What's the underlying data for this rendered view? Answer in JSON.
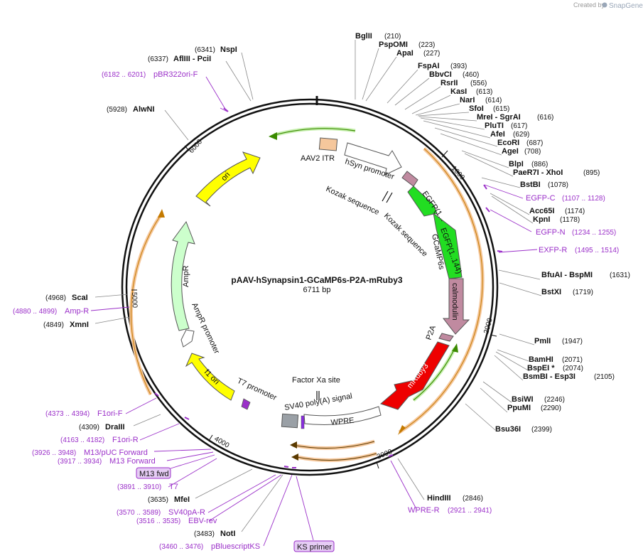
{
  "header": {
    "created_by": "Created by",
    "brand": "SnapGene"
  },
  "map": {
    "title": "pAAV-hSynapsin1-GCaMP6s-P2A-mRuby3",
    "size": "6711 bp",
    "ticks": [
      "1000",
      "2000",
      "3000",
      "4000",
      "5000",
      "6000"
    ]
  },
  "features": [
    {
      "name": "AAV2 ITR",
      "color": "#f5c79c"
    },
    {
      "name": "hSyn promoter",
      "color": "#ffffff"
    },
    {
      "name": "Kozak sequence",
      "color": "#ffffff"
    },
    {
      "name": "Kozak sequence",
      "color": "#ffffff"
    },
    {
      "name": "GCaMP6s",
      "color": "#ffffff"
    },
    {
      "name": "EGFP(1..144)",
      "color": "#22dd22"
    },
    {
      "name": "EGFP(1...",
      "color": "#22dd22"
    },
    {
      "name": "calmodulin",
      "color": "#c08aa0"
    },
    {
      "name": "P2A",
      "color": "#c08aa0"
    },
    {
      "name": "mRuby3",
      "color": "#ee0000"
    },
    {
      "name": "WPRE",
      "color": "#ffffff"
    },
    {
      "name": "SV40 poly(A) signal",
      "color": "#9aa0a6"
    },
    {
      "name": "Factor Xa site",
      "color": "#ffffff"
    },
    {
      "name": "T7 promoter",
      "color": "#ffffff"
    },
    {
      "name": "f1 ori",
      "color": "#ffff00"
    },
    {
      "name": "AmpR promoter",
      "color": "#ffffff"
    },
    {
      "name": "AmpR",
      "color": "#ccffcc"
    },
    {
      "name": "ori",
      "color": "#ffff00"
    }
  ],
  "sites_right": [
    {
      "name": "BglII",
      "pos": "(210)"
    },
    {
      "name": "PspOMI",
      "pos": "(223)"
    },
    {
      "name": "ApaI",
      "pos": "(227)"
    },
    {
      "name": "FspAI",
      "pos": "(393)"
    },
    {
      "name": "BbvCI",
      "pos": "(460)"
    },
    {
      "name": "RsrII",
      "pos": "(556)"
    },
    {
      "name": "KasI",
      "pos": "(613)"
    },
    {
      "name": "NarI",
      "pos": "(614)"
    },
    {
      "name": "SfoI",
      "pos": "(615)"
    },
    {
      "name": "MreI  - SgrAI",
      "pos": "(616)"
    },
    {
      "name": "PluTI",
      "pos": "(617)"
    },
    {
      "name": "AfeI",
      "pos": "(629)"
    },
    {
      "name": "EcoRI",
      "pos": "(687)"
    },
    {
      "name": "AgeI",
      "pos": "(708)"
    },
    {
      "name": "BlpI",
      "pos": "(886)"
    },
    {
      "name": "PaeR7I  - XhoI",
      "pos": "(895)"
    },
    {
      "name": "BstBI",
      "pos": "(1078)"
    },
    {
      "name": "Acc65I",
      "pos": "(1174)"
    },
    {
      "name": "KpnI",
      "pos": "(1178)"
    },
    {
      "name": "BfuAI  - BspMI",
      "pos": "(1631)"
    },
    {
      "name": "BstXI",
      "pos": "(1719)"
    },
    {
      "name": "PmlI",
      "pos": "(1947)"
    },
    {
      "name": "BamHI",
      "pos": "(2071)"
    },
    {
      "name": "BspEI *",
      "pos": "(2074)"
    },
    {
      "name": "BsmBI  - Esp3I",
      "pos": "(2105)"
    },
    {
      "name": "BsiWI",
      "pos": "(2246)"
    },
    {
      "name": "PpuMI",
      "pos": "(2290)"
    },
    {
      "name": "Bsu36I",
      "pos": "(2399)"
    },
    {
      "name": "HindIII",
      "pos": "(2846)"
    }
  ],
  "sites_left": [
    {
      "name": "NspI",
      "pos": "(6341)"
    },
    {
      "name": "AflIII  - PciI",
      "pos": "(6337)"
    },
    {
      "name": "AlwNI",
      "pos": "(5928)"
    },
    {
      "name": "ScaI",
      "pos": "(4968)"
    },
    {
      "name": "XmnI",
      "pos": "(4849)"
    },
    {
      "name": "DraIII",
      "pos": "(4309)"
    },
    {
      "name": "MfeI",
      "pos": "(3635)"
    },
    {
      "name": "NotI",
      "pos": "(3483)"
    }
  ],
  "primers": [
    {
      "name": "pBR322ori-F",
      "range": "(6182 .. 6201)"
    },
    {
      "name": "EGFP-C",
      "range": "(1107 .. 1128)"
    },
    {
      "name": "EGFP-N",
      "range": "(1234 .. 1255)"
    },
    {
      "name": "EXFP-R",
      "range": "(1495 .. 1514)"
    },
    {
      "name": "Amp-R",
      "range": "(4880 .. 4899)"
    },
    {
      "name": "F1ori-F",
      "range": "(4373 .. 4394)"
    },
    {
      "name": "F1ori-R",
      "range": "(4163 .. 4182)"
    },
    {
      "name": "M13/pUC Forward",
      "range": "(3926 .. 3948)"
    },
    {
      "name": "M13 Forward",
      "range": "(3917 .. 3934)"
    },
    {
      "name": "M13 fwd",
      "range": ""
    },
    {
      "name": "T7",
      "range": "(3891 .. 3910)"
    },
    {
      "name": "SV40pA-R",
      "range": "(3570 .. 3589)"
    },
    {
      "name": "EBV-rev",
      "range": "(3516 .. 3535)"
    },
    {
      "name": "pBluescriptKS",
      "range": "(3460 .. 3476)"
    },
    {
      "name": "KS primer",
      "range": ""
    },
    {
      "name": "WPRE-R",
      "range": "(2921 .. 2941)"
    }
  ]
}
